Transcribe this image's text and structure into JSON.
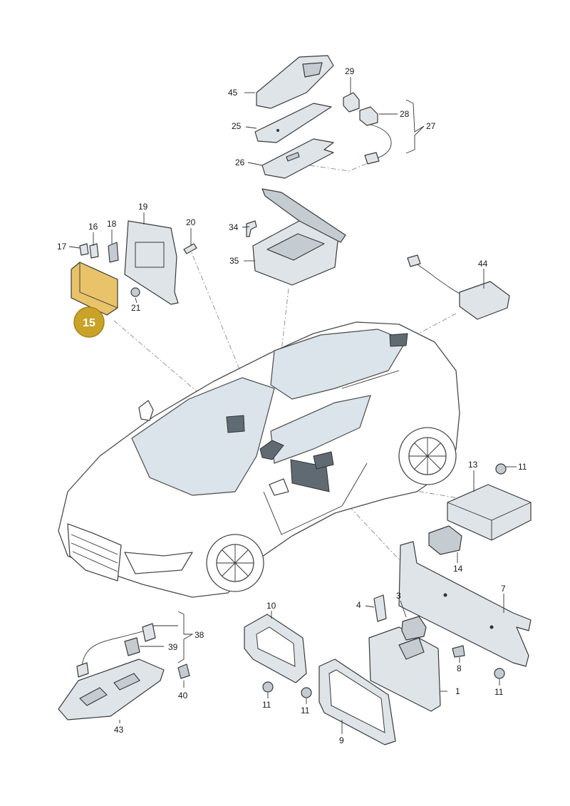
{
  "diagram": {
    "highlight_color": "#c9a227",
    "callouts": [
      {
        "id": "45",
        "text": "45"
      },
      {
        "id": "29",
        "text": "29"
      },
      {
        "id": "28",
        "text": "28"
      },
      {
        "id": "27",
        "text": "27"
      },
      {
        "id": "25",
        "text": "25"
      },
      {
        "id": "26",
        "text": "26"
      },
      {
        "id": "19",
        "text": "19"
      },
      {
        "id": "16",
        "text": "16"
      },
      {
        "id": "18",
        "text": "18"
      },
      {
        "id": "20",
        "text": "20"
      },
      {
        "id": "17",
        "text": "17"
      },
      {
        "id": "34",
        "text": "34"
      },
      {
        "id": "35",
        "text": "35"
      },
      {
        "id": "21",
        "text": "21"
      },
      {
        "id": "15",
        "text": "15"
      },
      {
        "id": "44",
        "text": "44"
      },
      {
        "id": "13",
        "text": "13"
      },
      {
        "id": "11a",
        "text": "11"
      },
      {
        "id": "14",
        "text": "14"
      },
      {
        "id": "7",
        "text": "7"
      },
      {
        "id": "10",
        "text": "10"
      },
      {
        "id": "4",
        "text": "4"
      },
      {
        "id": "3",
        "text": "3"
      },
      {
        "id": "38",
        "text": "38"
      },
      {
        "id": "39",
        "text": "39"
      },
      {
        "id": "8",
        "text": "8"
      },
      {
        "id": "40",
        "text": "40"
      },
      {
        "id": "11b",
        "text": "11"
      },
      {
        "id": "11c",
        "text": "11"
      },
      {
        "id": "11d",
        "text": "11"
      },
      {
        "id": "1",
        "text": "1"
      },
      {
        "id": "43",
        "text": "43"
      },
      {
        "id": "9",
        "text": "9"
      }
    ]
  }
}
